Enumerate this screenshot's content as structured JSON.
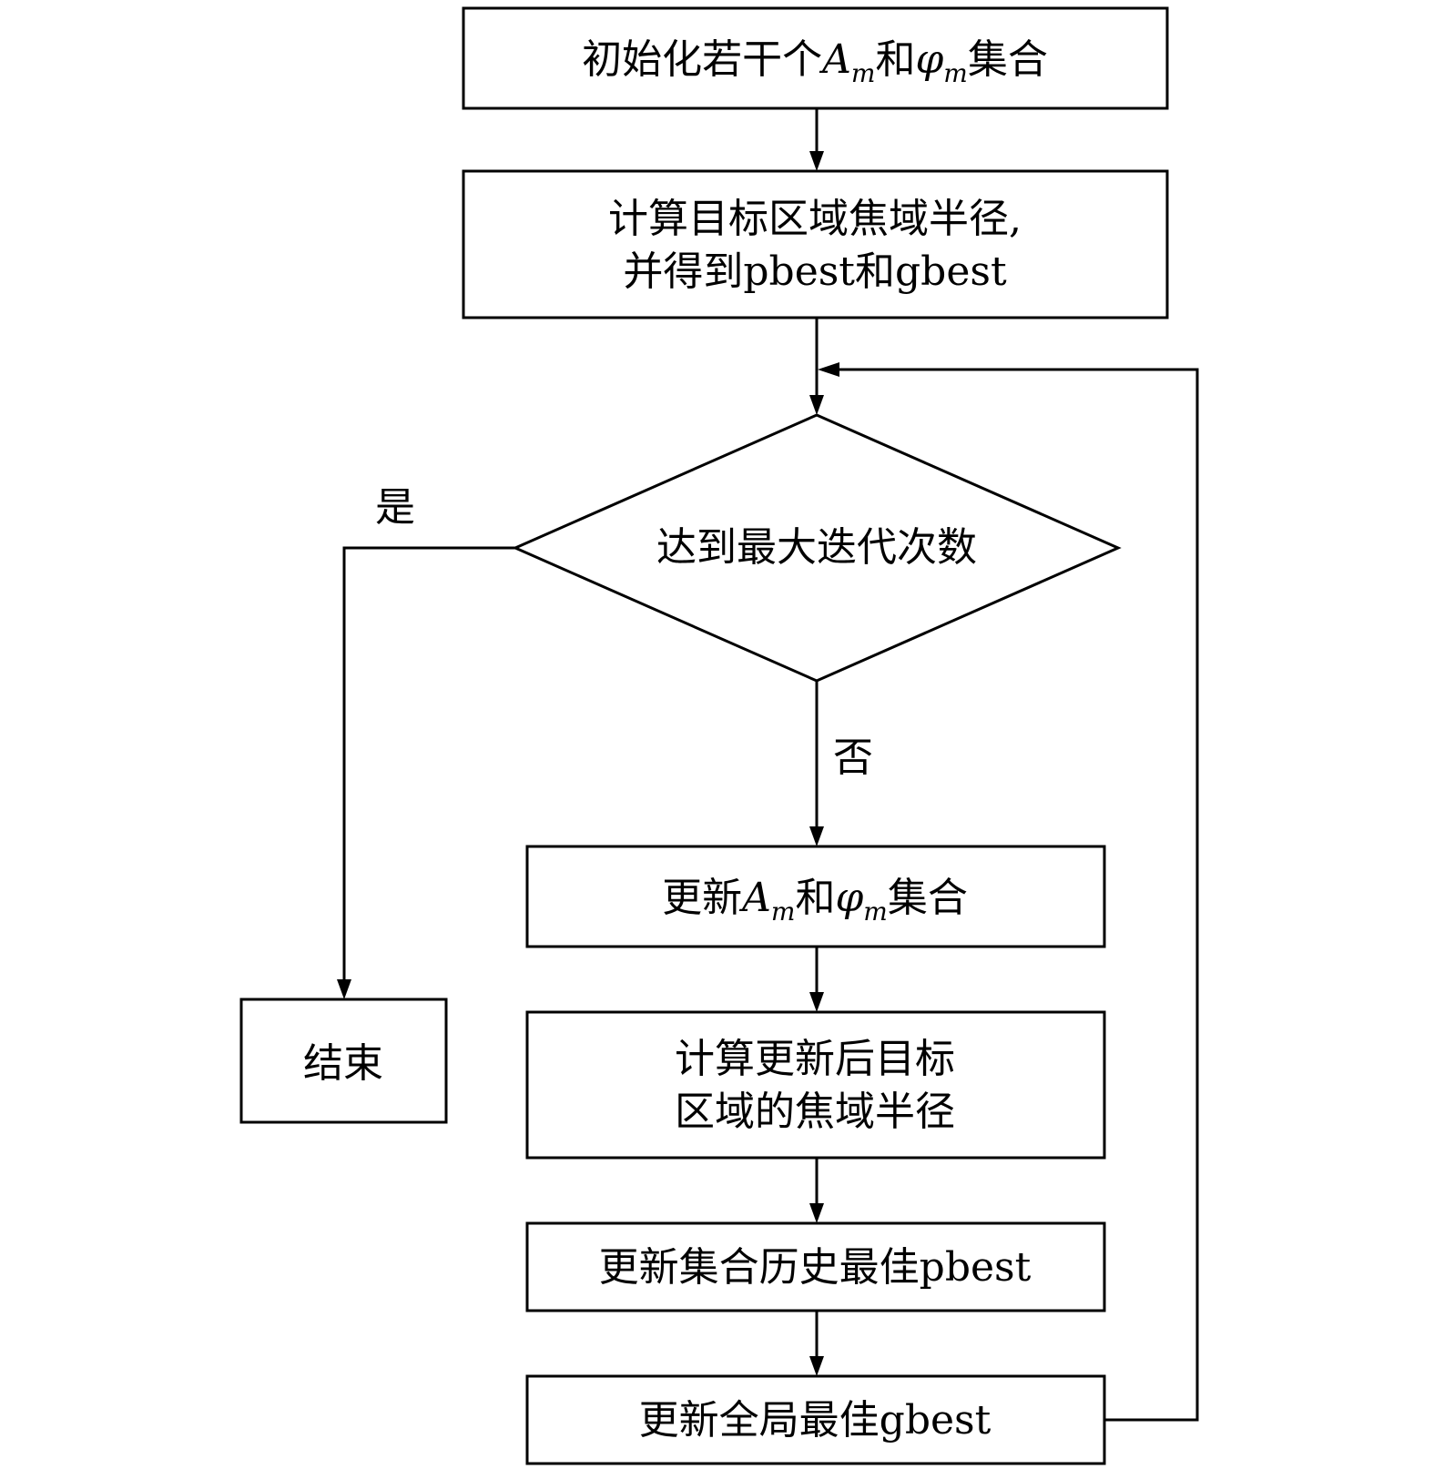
{
  "nodes": {
    "init": {
      "p1": "初始化若干个",
      "sym1": "A",
      "sub1": "m",
      "p2": "和",
      "sym2": "φ",
      "sub2": "m",
      "p3": "集合"
    },
    "compute_radius": {
      "line1": "计算目标区域焦域半径,",
      "line2": "并得到pbest和gbest"
    },
    "decision": {
      "text": "达到最大迭代次数"
    },
    "update_set": {
      "p1": "更新",
      "sym1": "A",
      "sub1": "m",
      "p2": "和",
      "sym2": "φ",
      "sub2": "m",
      "p3": "集合"
    },
    "compute_updated": {
      "line1": "计算更新后目标",
      "line2": "区域的焦域半径"
    },
    "update_pbest": {
      "text": "更新集合历史最佳pbest"
    },
    "update_gbest": {
      "text": "更新全局最佳gbest"
    },
    "end": {
      "text": "结束"
    }
  },
  "edges": {
    "yes_label": "是",
    "no_label": "否"
  }
}
